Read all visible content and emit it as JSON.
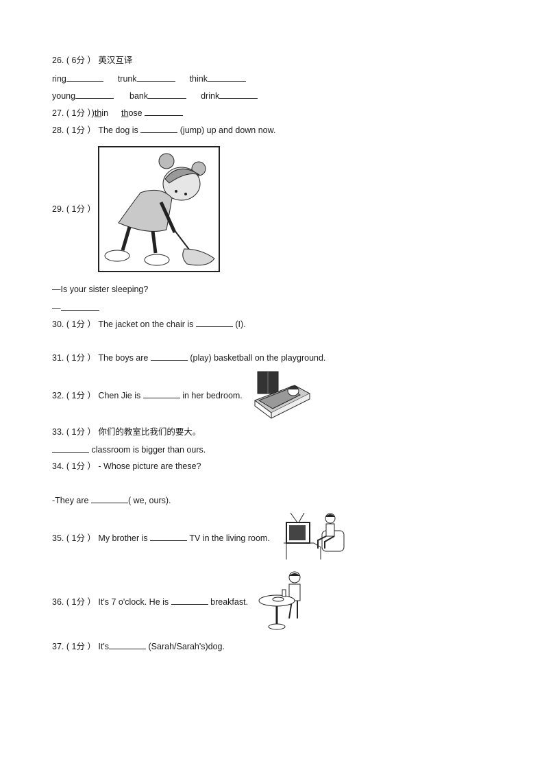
{
  "q26": {
    "prefix": "26.",
    "score": "( 6分 ）",
    "instruction": "英汉互译",
    "row1": [
      "ring",
      "trunk",
      "think"
    ],
    "row2": [
      "young",
      "bank",
      "drink"
    ]
  },
  "q27": {
    "prefix": "27.",
    "score": "( 1分 ）)",
    "word1_under": "th",
    "word1_rest": "in",
    "word2_under": "th",
    "word2_rest": "ose"
  },
  "q28": {
    "prefix": "28.",
    "score": "( 1分 ）",
    "text_before": "The dog is",
    "text_after": "(jump) up and down now."
  },
  "q29": {
    "prefix": "29.",
    "score": "( 1分 ）",
    "question": "—Is your sister sleeping?",
    "answer_dash": "—"
  },
  "q30": {
    "prefix": "30.",
    "score": "( 1分 ）",
    "text_before": "The jacket on the chair is",
    "text_after": "(I)."
  },
  "q31": {
    "prefix": "31.",
    "score": "( 1分 ）",
    "text_before": "The boys are",
    "text_after": "(play) basketball on the playground."
  },
  "q32": {
    "prefix": "32.",
    "score": "( 1分 ）",
    "text_before": "Chen Jie is",
    "text_after": "in her bedroom."
  },
  "q33": {
    "prefix": "33.",
    "score": "( 1分 ）",
    "instruction": "你们的教室比我们的要大。",
    "text_after": "classroom is bigger than ours."
  },
  "q34": {
    "prefix": "34.",
    "score": "( 1分 ）",
    "question": "- Whose picture are these?",
    "text_before": "-They are",
    "text_after": "( we, ours)."
  },
  "q35": {
    "prefix": "35.",
    "score": "( 1分 ）",
    "text_before": "My brother is",
    "text_after": "TV in the living room."
  },
  "q36": {
    "prefix": "36.",
    "score": "( 1分 ）",
    "text_before": "It's 7 o'clock. He is",
    "text_after": "breakfast."
  },
  "q37": {
    "prefix": "37.",
    "score": "( 1分 ）",
    "text_before": "It's",
    "text_after": "(Sarah/Sarah's)dog."
  }
}
